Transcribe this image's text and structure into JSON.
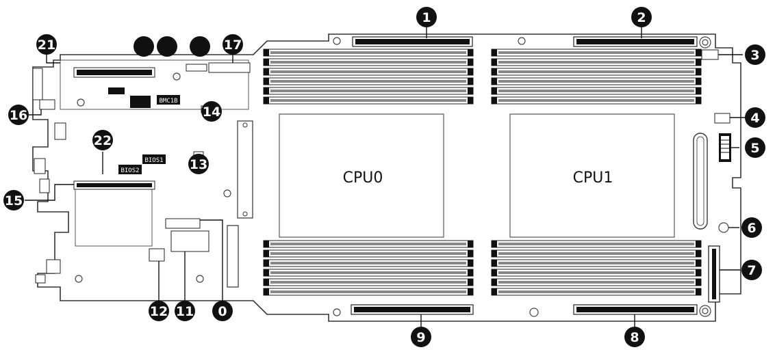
{
  "cpus": [
    {
      "label": "CPU0"
    },
    {
      "label": "CPU1"
    }
  ],
  "chips": [
    {
      "label": "BMC1B"
    },
    {
      "label": "BIOS1"
    },
    {
      "label": "BIOS2"
    }
  ],
  "callouts": [
    {
      "label": "1"
    },
    {
      "label": "2"
    },
    {
      "label": "3"
    },
    {
      "label": "4"
    },
    {
      "label": "5"
    },
    {
      "label": "6"
    },
    {
      "label": "7"
    },
    {
      "label": "8"
    },
    {
      "label": "9"
    },
    {
      "label": "0"
    },
    {
      "label": "11"
    },
    {
      "label": "12"
    },
    {
      "label": "13"
    },
    {
      "label": "14"
    },
    {
      "label": "15"
    },
    {
      "label": "16"
    },
    {
      "label": "17"
    },
    {
      "label": "21"
    },
    {
      "label": "22"
    },
    {
      "label": ""
    },
    {
      "label": ""
    },
    {
      "label": ""
    }
  ]
}
